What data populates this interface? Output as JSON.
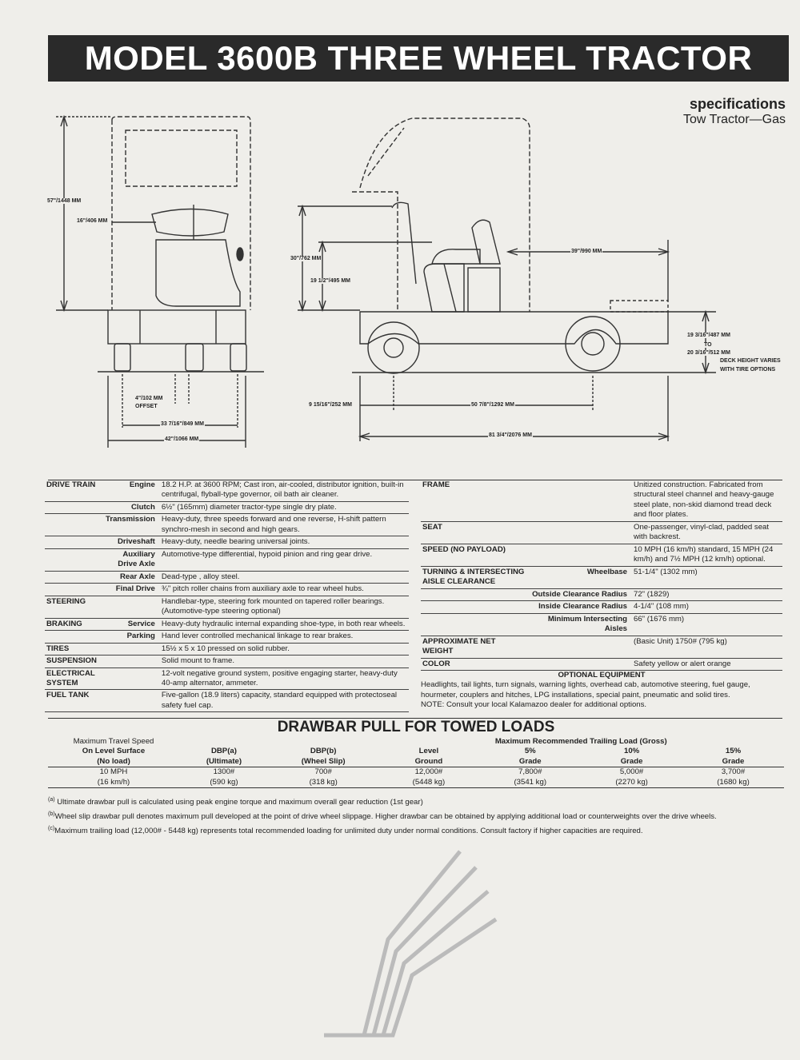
{
  "title": "MODEL 3600B THREE WHEEL TRACTOR",
  "heading": {
    "specifications": "specifications",
    "subtitle": "Tow Tractor—Gas"
  },
  "drawing_labels": {
    "overall_height": "57\"/1448 MM",
    "wheel_height": "16\"/406 MM",
    "seat_height": "30\"/762 MM",
    "cowl_height": "19 1/2\"/495 MM",
    "deck_length": "39\"/990 MM",
    "deck_height": "19 3/16\"/487 MM",
    "deck_to": "TO",
    "deck_height_max": "20 3/16\"/512 MM",
    "deck_note_1": "DECK HEIGHT VARIES",
    "deck_note_2": "WITH TIRE OPTIONS",
    "offset": "4\"/102 MM",
    "offset_word": "OFFSET",
    "tread": "33 7/16\"/849 MM",
    "overall_width": "42\"/1066 MM",
    "overhang": "9 15/16\"/252 MM",
    "wheelbase": "50 7/8\"/1292 MM",
    "overall_length": "81 3/4\"/2076 MM"
  },
  "left_specs": [
    {
      "cat": "DRIVE TRAIN",
      "sub": "Engine",
      "desc": "18.2 H.P. at 3600 RPM; Cast iron, air-cooled, distributor ignition, built-in centrifugal, flyball-type governor, oil bath air cleaner."
    },
    {
      "cat": "",
      "sub": "Clutch",
      "desc": "6½\" (165mm) diameter tractor-type single dry plate."
    },
    {
      "cat": "",
      "sub": "Transmission",
      "desc": "Heavy-duty, three speeds forward and one reverse, H-shift pattern synchro-mesh in second and high gears."
    },
    {
      "cat": "",
      "sub": "Driveshaft",
      "desc": "Heavy-duty, needle bearing universal joints."
    },
    {
      "cat": "",
      "sub": "Auxiliary Drive Axle",
      "desc": "Automotive-type differential, hypoid pinion and ring gear drive."
    },
    {
      "cat": "",
      "sub": "Rear Axle",
      "desc": "Dead-type , alloy steel."
    },
    {
      "cat": "",
      "sub": "Final Drive",
      "desc": "¾\" pitch roller chains from auxiliary axle to rear wheel hubs."
    },
    {
      "cat": "STEERING",
      "sub": "",
      "desc": "Handlebar-type, steering fork mounted on tapered roller bearings. (Automotive-type steering optional)"
    },
    {
      "cat": "BRAKING",
      "sub": "Service",
      "desc": "Heavy-duty hydraulic internal expanding shoe-type, in both rear wheels."
    },
    {
      "cat": "",
      "sub": "Parking",
      "desc": "Hand lever controlled mechanical linkage to rear brakes."
    },
    {
      "cat": "TIRES",
      "sub": "",
      "desc": "15½ x 5 x 10 pressed on solid rubber."
    },
    {
      "cat": "SUSPENSION",
      "sub": "",
      "desc": "Solid mount to frame."
    },
    {
      "cat": "ELECTRICAL SYSTEM",
      "sub": "",
      "desc": "12-volt negative ground system, positive engaging starter, heavy-duty 40-amp alternator, ammeter."
    },
    {
      "cat": "FUEL TANK",
      "sub": "",
      "desc": "Five-gallon (18.9 liters) capacity, standard equipped with protectoseal safety fuel cap."
    }
  ],
  "right_specs": [
    {
      "cat": "FRAME",
      "sub": "",
      "desc": "Unitized construction. Fabricated from structural steel channel and heavy-gauge steel plate, non-skid diamond tread deck and floor plates."
    },
    {
      "cat": "SEAT",
      "sub": "",
      "desc": "One-passenger, vinyl-clad, padded seat with backrest."
    },
    {
      "cat": "SPEED (NO PAYLOAD)",
      "sub": "",
      "desc": "10 MPH (16 km/h) standard, 15 MPH (24 km/h) and 7½ MPH (12 km/h) optional."
    },
    {
      "cat": "TURNING & INTERSECTING AISLE CLEARANCE",
      "sub": "Wheelbase",
      "desc": "51-1/4\" (1302 mm)"
    },
    {
      "cat": "",
      "sub": "Outside Clearance Radius",
      "desc": "72\" (1829)"
    },
    {
      "cat": "",
      "sub": "Inside Clearance Radius",
      "desc": "4-1/4\" (108 mm)"
    },
    {
      "cat": "",
      "sub": "Minimum Intersecting Aisles",
      "desc": "66\" (1676 mm)"
    },
    {
      "cat": "APPROXIMATE NET WEIGHT",
      "sub": "",
      "desc": "(Basic Unit) 1750# (795 kg)"
    },
    {
      "cat": "COLOR",
      "sub": "",
      "desc": "Safety yellow or alert orange"
    }
  ],
  "optional": {
    "title": "OPTIONAL EQUIPMENT",
    "text": "Headlights, tail lights, turn signals, warning lights, overhead cab, automotive steering, fuel gauge, hourmeter, couplers and hitches, LPG installations, special paint, pneumatic and solid tires.",
    "note": "NOTE: Consult your local Kalamazoo dealer for additional options."
  },
  "drawbar": {
    "title": "DRAWBAR PULL FOR TOWED LOADS",
    "col_speed": [
      "Maximum Travel Speed",
      "On Level Surface",
      "(No load)"
    ],
    "col_dbp_a": [
      "DBP(a)",
      "(Ultimate)"
    ],
    "col_dbp_b": [
      "DBP(b)",
      "(Wheel Slip)"
    ],
    "group": "Maximum Recommended Trailing Load (Gross)",
    "col_level": [
      "Level",
      "Ground"
    ],
    "col_5": [
      "5%",
      "Grade"
    ],
    "col_10": [
      "10%",
      "Grade"
    ],
    "col_15": [
      "15%",
      "Grade"
    ],
    "row": {
      "speed": [
        "10 MPH",
        "(16 km/h)"
      ],
      "dbp_a": [
        "1300#",
        "(590 kg)"
      ],
      "dbp_b": [
        "700#",
        "(318 kg)"
      ],
      "level": [
        "12,000#",
        "(5448 kg)"
      ],
      "g5": [
        "7,800#",
        "(3541 kg)"
      ],
      "g10": [
        "5,000#",
        "(2270 kg)"
      ],
      "g15": [
        "3,700#",
        "(1680 kg)"
      ]
    }
  },
  "notes": [
    {
      "mark": "(a)",
      "text": "Ultimate drawbar pull is calculated using peak engine torque and maximum overall gear reduction (1st gear)"
    },
    {
      "mark": "(b)",
      "text": "Wheel slip drawbar pull denotes maximum pull developed at the point of drive wheel slippage. Higher drawbar can be obtained by applying additional load or counterweights over the drive wheels."
    },
    {
      "mark": "(c)",
      "text": "Maximum trailing load (12,000# - 5448 kg) represents total recommended loading for unlimited duty under normal conditions. Consult factory if higher capacities are required."
    }
  ]
}
